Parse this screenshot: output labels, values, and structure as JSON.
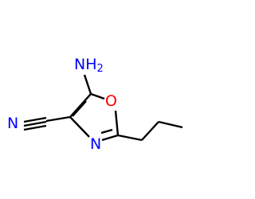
{
  "molecule": {
    "atoms": {
      "amino_n": {
        "symbol": "N",
        "subscript": "H",
        "subscript_count": "2",
        "color": "#0000ff"
      },
      "ring_o": {
        "symbol": "O",
        "color": "#ff0000"
      },
      "ring_n": {
        "symbol": "N",
        "color": "#0000ff"
      },
      "nitrile_n": {
        "symbol": "N",
        "color": "#0000ff"
      }
    }
  }
}
